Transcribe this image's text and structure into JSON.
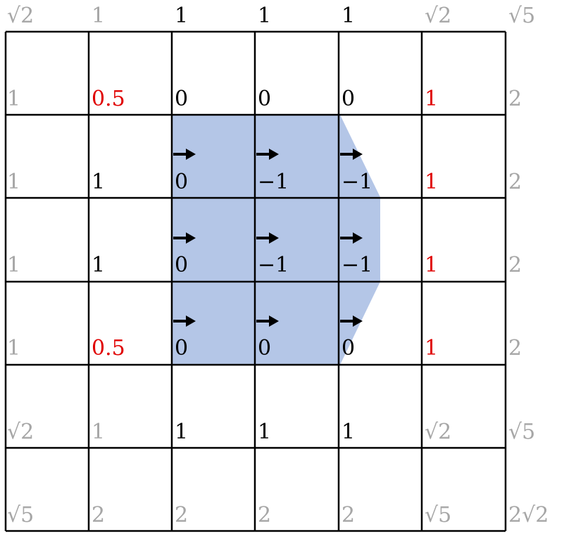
{
  "colors": {
    "gray": "#a6a6a6",
    "black": "#000000",
    "red": "#e00000",
    "region_fill": "#b4c6e7",
    "grid_line": "#000000"
  },
  "grid": {
    "labels": [
      [
        "√2",
        "1",
        "1",
        "1",
        "1",
        "√2",
        "√5"
      ],
      [
        "1",
        "0.5",
        "0",
        "0",
        "0",
        "1",
        "2"
      ],
      [
        "1",
        "1",
        "0",
        "−1",
        "−1",
        "1",
        "2"
      ],
      [
        "1",
        "1",
        "0",
        "−1",
        "−1",
        "1",
        "2"
      ],
      [
        "1",
        "0.5",
        "0",
        "0",
        "0",
        "1",
        "2"
      ],
      [
        "√2",
        "1",
        "1",
        "1",
        "1",
        "√2",
        "√5"
      ],
      [
        "√5",
        "2",
        "2",
        "2",
        "2",
        "√5",
        "2√2"
      ]
    ],
    "label_colors": [
      [
        "gray",
        "gray",
        "black",
        "black",
        "black",
        "gray",
        "gray"
      ],
      [
        "gray",
        "red",
        "black",
        "black",
        "black",
        "red",
        "gray"
      ],
      [
        "gray",
        "black",
        "black",
        "black",
        "black",
        "red",
        "gray"
      ],
      [
        "gray",
        "black",
        "black",
        "black",
        "black",
        "red",
        "gray"
      ],
      [
        "gray",
        "red",
        "black",
        "black",
        "black",
        "red",
        "gray"
      ],
      [
        "gray",
        "gray",
        "black",
        "black",
        "black",
        "gray",
        "gray"
      ],
      [
        "gray",
        "gray",
        "gray",
        "gray",
        "gray",
        "gray",
        "gray"
      ]
    ],
    "arrows": [
      {
        "row": 2,
        "col": 2,
        "direction": "right"
      },
      {
        "row": 2,
        "col": 3,
        "direction": "right"
      },
      {
        "row": 2,
        "col": 4,
        "direction": "right"
      },
      {
        "row": 3,
        "col": 2,
        "direction": "right"
      },
      {
        "row": 3,
        "col": 3,
        "direction": "right"
      },
      {
        "row": 3,
        "col": 4,
        "direction": "right"
      },
      {
        "row": 4,
        "col": 2,
        "direction": "right"
      },
      {
        "row": 4,
        "col": 3,
        "direction": "right"
      },
      {
        "row": 4,
        "col": 4,
        "direction": "right"
      }
    ]
  }
}
